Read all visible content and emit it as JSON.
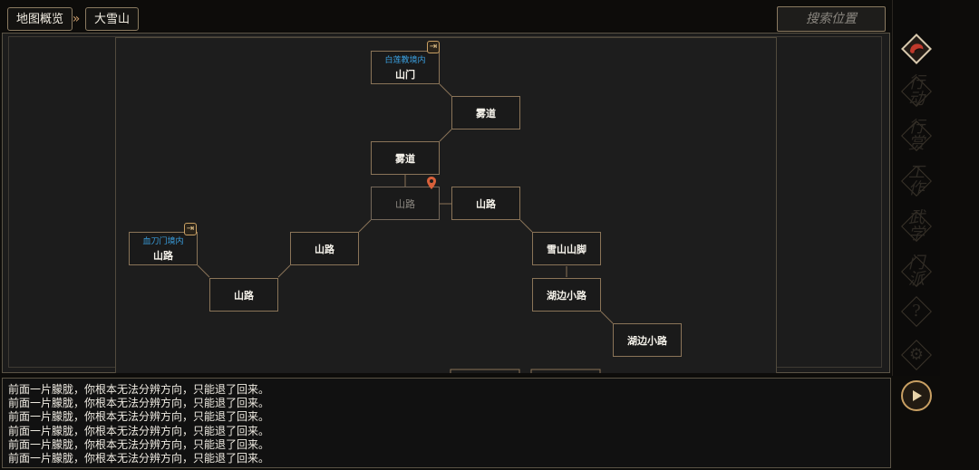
{
  "breadcrumb": {
    "root": "地图概览",
    "separator": "»",
    "current": "大雪山"
  },
  "search": {
    "placeholder": "搜索位置"
  },
  "map": {
    "nodes": [
      {
        "id": "shanmen",
        "name": "山门",
        "sect": "白莲教境内",
        "exit": true
      },
      {
        "id": "wudao1",
        "name": "雾道"
      },
      {
        "id": "wudao2",
        "name": "雾道"
      },
      {
        "id": "shanlu-current",
        "name": "山路",
        "current": true
      },
      {
        "id": "shanlu-right",
        "name": "山路"
      },
      {
        "id": "shanlu-mid",
        "name": "山路"
      },
      {
        "id": "shanlu-xuedao",
        "name": "山路",
        "sect": "血刀门境内",
        "exit": true
      },
      {
        "id": "shanlu-low",
        "name": "山路"
      },
      {
        "id": "xueshan-shanjiao",
        "name": "雪山山脚"
      },
      {
        "id": "hubian1",
        "name": "湖边小路"
      },
      {
        "id": "hubian2",
        "name": "湖边小路"
      }
    ],
    "exit_icon_glyph": "⇥"
  },
  "log": {
    "lines": [
      "前面一片朦胧，你根本无法分辨方向，只能退了回来。",
      "前面一片朦胧，你根本无法分辨方向，只能退了回来。",
      "前面一片朦胧，你根本无法分辨方向，只能退了回来。",
      "前面一片朦胧，你根本无法分辨方向，只能退了回来。",
      "前面一片朦胧，你根本无法分辨方向，只能退了回来。",
      "前面一片朦胧，你根本无法分辨方向，只能退了回来。"
    ]
  },
  "sidebar": {
    "items": [
      {
        "id": "map",
        "label": "",
        "active": true
      },
      {
        "id": "act",
        "label": "行动"
      },
      {
        "id": "reward",
        "label": "行赏"
      },
      {
        "id": "work",
        "label": "工作"
      },
      {
        "id": "martial",
        "label": "武学"
      },
      {
        "id": "sect",
        "label": "门派"
      },
      {
        "id": "help",
        "label": "?"
      },
      {
        "id": "settings",
        "label": "⚙"
      }
    ]
  },
  "colors": {
    "node_border": "#8a7458",
    "sect_blue": "#3aa0e0",
    "accent_gold": "#c9a063",
    "pin_red": "#d9603a"
  }
}
